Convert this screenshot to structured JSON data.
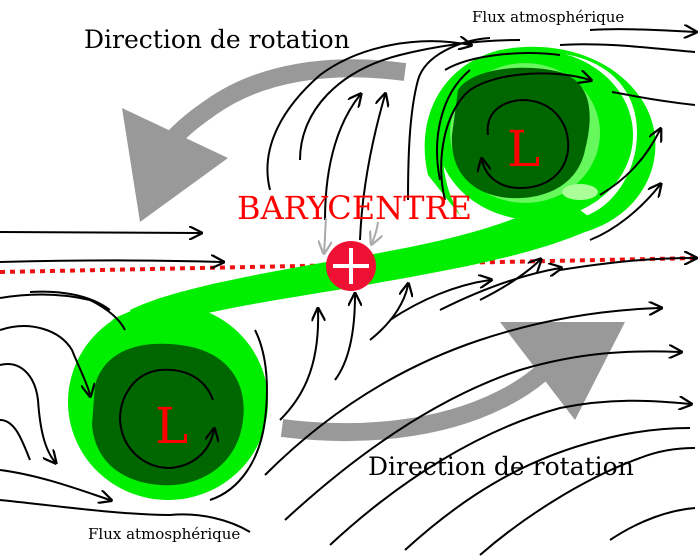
{
  "labels": {
    "rotation_top": "Direction de rotation",
    "rotation_bottom": "Direction de rotation",
    "flux_top": "Flux atmosphérique",
    "flux_bottom": "Flux atmosphérique",
    "barycentre": "BARYCENTRE",
    "low_top": "L",
    "low_bottom": "L"
  },
  "colors": {
    "cloud_outer": "#00ee00",
    "cloud_inner": "#006600",
    "cloud_halo": "#aaff99",
    "low_label": "#ff0000",
    "barycentre_marker": "#ee1133",
    "barycentre_text": "#ff0000",
    "axis_dotted": "#ee1111",
    "rotation_arrow": "#999999",
    "flow_lines": "#000000",
    "converging_arrows": "#aaaaaa"
  },
  "icons": {
    "barycentre": "circle-cross-icon",
    "rotation": "curved-arrow-icon",
    "flow": "streamline-arrow-icon"
  }
}
